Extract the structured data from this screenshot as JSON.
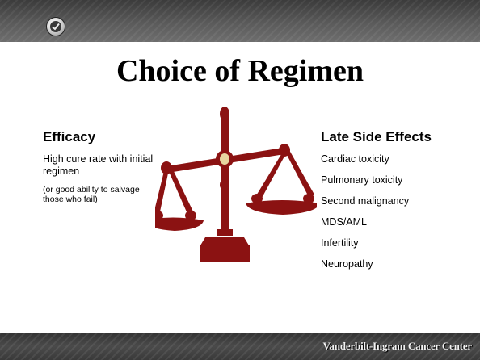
{
  "title": "Choice of Regimen",
  "left": {
    "heading": "Efficacy",
    "body": "High cure rate with initial regimen",
    "note": "(or good ability to salvage those who fail)"
  },
  "right": {
    "heading": "Late Side Effects",
    "items": [
      "Cardiac toxicity",
      "Pulmonary toxicity",
      "Second malignancy",
      "MDS/AML",
      "Infertility",
      "Neuropathy"
    ]
  },
  "footer": "Vanderbilt-Ingram Cancer Center",
  "colors": {
    "scale": "#8b1212",
    "pivot": "#e8d6a0",
    "bar": "#4a4a4a"
  },
  "icons": {
    "logo": "checkmark-seal-icon",
    "scale": "balance-scale-icon"
  }
}
